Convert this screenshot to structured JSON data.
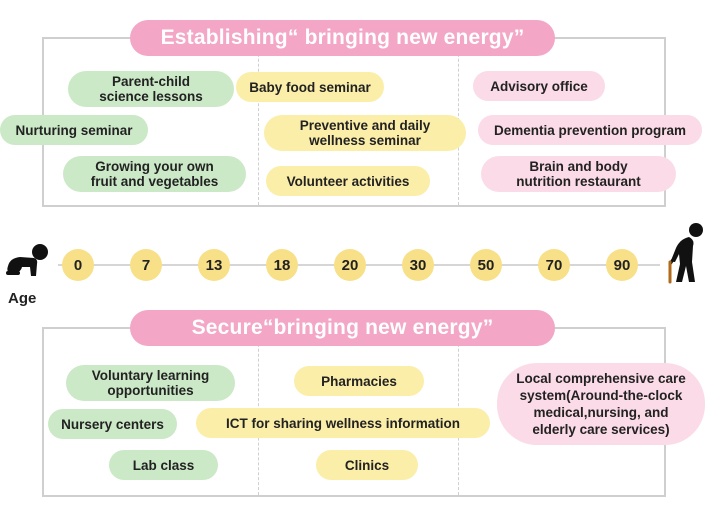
{
  "top_section": {
    "title": "Establishing“ bringing new energy”",
    "items": {
      "parent_child": "Parent-child\nscience lessons",
      "nurturing": "Nurturing seminar",
      "growing": "Growing your own\nfruit and vegetables",
      "baby_food": "Baby food seminar",
      "preventive": "Preventive and daily\nwellness seminar",
      "volunteer": "Volunteer activities",
      "advisory": "Advisory office",
      "dementia": "Dementia prevention program",
      "brain_body": "Brain and body\nnutrition restaurant"
    }
  },
  "timeline": {
    "label": "Age",
    "ages": [
      "0",
      "7",
      "13",
      "18",
      "20",
      "30",
      "50",
      "70",
      "90"
    ],
    "start_icon": "crawling-baby-icon",
    "end_icon": "elderly-with-cane-icon"
  },
  "bottom_section": {
    "title": "Secure“bringing new energy”",
    "items": {
      "voluntary": "Voluntary learning\nopportunities",
      "nursery": "Nursery centers",
      "lab": "Lab class",
      "pharmacies": "Pharmacies",
      "ict": "ICT for sharing wellness information",
      "clinics": "Clinics",
      "local_care": "Local comprehensive care\nsystem(Around-the-clock\nmedical,nursing, and\nelderly care services)"
    }
  },
  "colors": {
    "banner": "#f3a6c6",
    "green": "#cbe9c7",
    "yellow": "#fbeea9",
    "pink": "#fbdbe7",
    "age_dot": "#f8e088"
  }
}
